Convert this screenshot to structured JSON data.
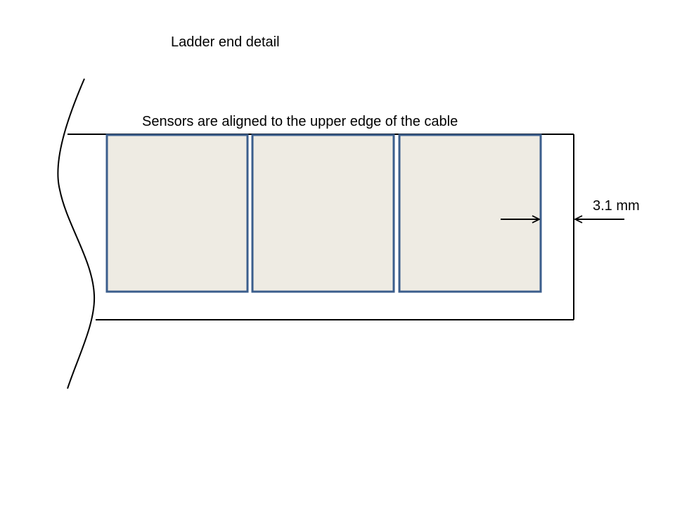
{
  "title": "Ladder end detail",
  "note": "Sensors are aligned to the upper edge of the cable",
  "dimension_label": "3.1 mm",
  "sensor_count": 3,
  "colors": {
    "sensor_fill": "#eeebe3",
    "sensor_stroke": "#3b5e8c",
    "line": "#000000",
    "background": "#ffffff"
  },
  "icons": {
    "break_line": "wavy-break-line",
    "left_arrow": "arrow-right-icon",
    "right_arrow": "arrow-left-icon"
  }
}
